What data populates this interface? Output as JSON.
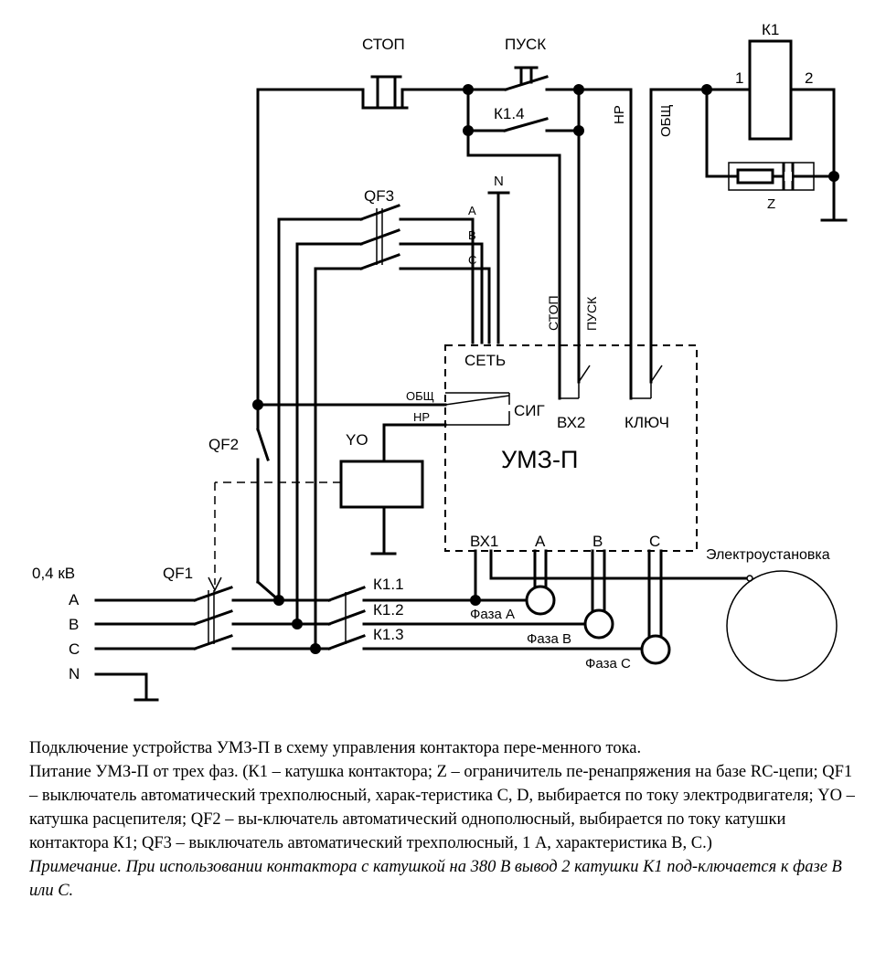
{
  "labels": {
    "stop": "СТОП",
    "start": "ПУСК",
    "k1": "К1",
    "k1_pin1": "1",
    "k1_pin2": "2",
    "k14": "К1.4",
    "nr_top": "НР",
    "common_top": "ОБЩ",
    "z": "Z",
    "n_top": "N",
    "qf3": "QF3",
    "phase_a_small": "A",
    "phase_b_small": "B",
    "phase_c_small": "C",
    "stop_v": "СТОП",
    "start_v": "ПУСК",
    "net": "СЕТЬ",
    "common_sig": "ОБЩ",
    "nr_sig": "НР",
    "sig": "СИГ",
    "vx2": "ВХ2",
    "key": "КЛЮЧ",
    "yo": "YO",
    "qf2": "QF2",
    "umz": "УМЗ-П",
    "vx1": "ВХ1",
    "umz_a": "A",
    "umz_b": "B",
    "umz_c": "C",
    "electro": "Электроустановка",
    "voltage": "0,4 кВ",
    "qf1": "QF1",
    "line_a": "A",
    "line_b": "B",
    "line_c": "C",
    "line_n": "N",
    "k11": "К1.1",
    "k12": "К1.2",
    "k13": "К1.3",
    "phase_a": "Фаза А",
    "phase_b": "Фаза В",
    "phase_c": "Фаза С"
  },
  "caption": {
    "line1": "Подключение устройства УМЗ-П в схему управления контактора пере-менного тока.",
    "line2": "Питание УМЗ-П от трех фаз. (К1 – катушка контактора; Z – ограничитель пе-ренапряжения на базе RC-цепи; QF1 – выключатель автоматический трехполюсный, харак-теристика C, D, выбирается по току электродвигателя; YO – катушка расцепителя; QF2 – вы-ключатель автоматический однополюсный, выбирается по току катушки контактора К1; QF3 – выключатель автоматический трехполюсный, 1 А, характеристика B, C.)",
    "note": "Примечание. При использовании контактора с катушкой на 380 В вывод 2 катушки К1 под-ключается к фазе В или С."
  }
}
